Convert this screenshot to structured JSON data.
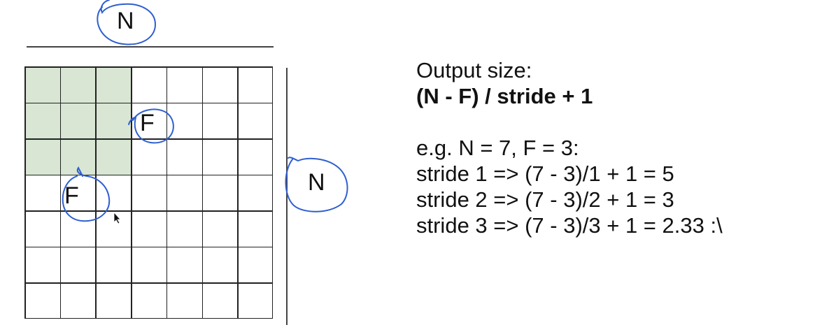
{
  "diagram": {
    "grid": {
      "rows": 7,
      "cols": 7,
      "filter_rows": 3,
      "filter_cols": 3,
      "filter_color": "#d8e6d3",
      "line_color": "#222222"
    },
    "labels": {
      "top_dimension": "N",
      "right_dimension": "N",
      "filter_label_1": "F",
      "filter_label_2": "F"
    },
    "annotation_color": "#2f5fd0",
    "text": {
      "line1": "Output size:",
      "formula": "(N - F) / stride + 1",
      "example_header": "e.g. N = 7, F = 3:",
      "examples": [
        "stride 1 => (7 - 3)/1 + 1 = 5",
        "stride 2 => (7 - 3)/2 + 1 = 3",
        "stride 3 => (7 - 3)/3 + 1 = 2.33 :\\"
      ]
    }
  }
}
